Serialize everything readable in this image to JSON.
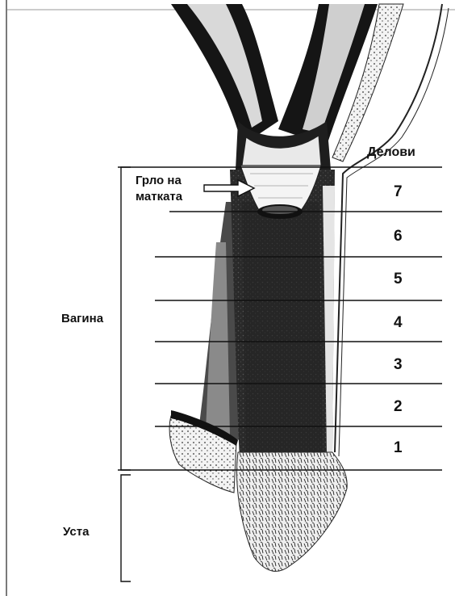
{
  "labels": {
    "parts_header": "Делови",
    "cervix": [
      "Грло на",
      "матката"
    ],
    "vagina": "Вагина",
    "mouth": "Уста"
  },
  "part_numbers": [
    "7",
    "6",
    "5",
    "4",
    "3",
    "2",
    "1"
  ],
  "colors": {
    "ink": "#111111",
    "dark_wall": "#1a1a1a",
    "mid_tissue": "#3a3a3a",
    "paper": "#ffffff"
  }
}
